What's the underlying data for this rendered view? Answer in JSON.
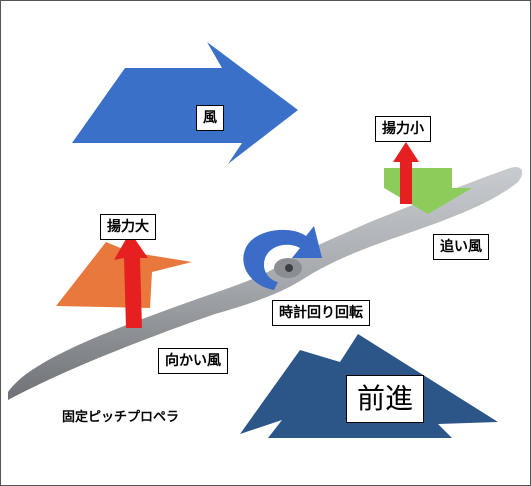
{
  "labels": {
    "wind": "風",
    "lift_small": "揚力小",
    "lift_large": "揚力大",
    "tailwind": "追い風",
    "headwind": "向かい風",
    "rotation": "時計回り回転",
    "forward": "前進",
    "caption": "固定ピッチプロペラ"
  },
  "colors": {
    "wind_arrow": "#3a70c8",
    "forward_arrow": "#2d5688",
    "tailwind_arrow": "#8ccc5a",
    "headwind_arrow": "#e8783c",
    "lift_arrow": "#e62020",
    "rotation_arrow": "#3a6cc8",
    "propeller": "#a8acb0"
  }
}
